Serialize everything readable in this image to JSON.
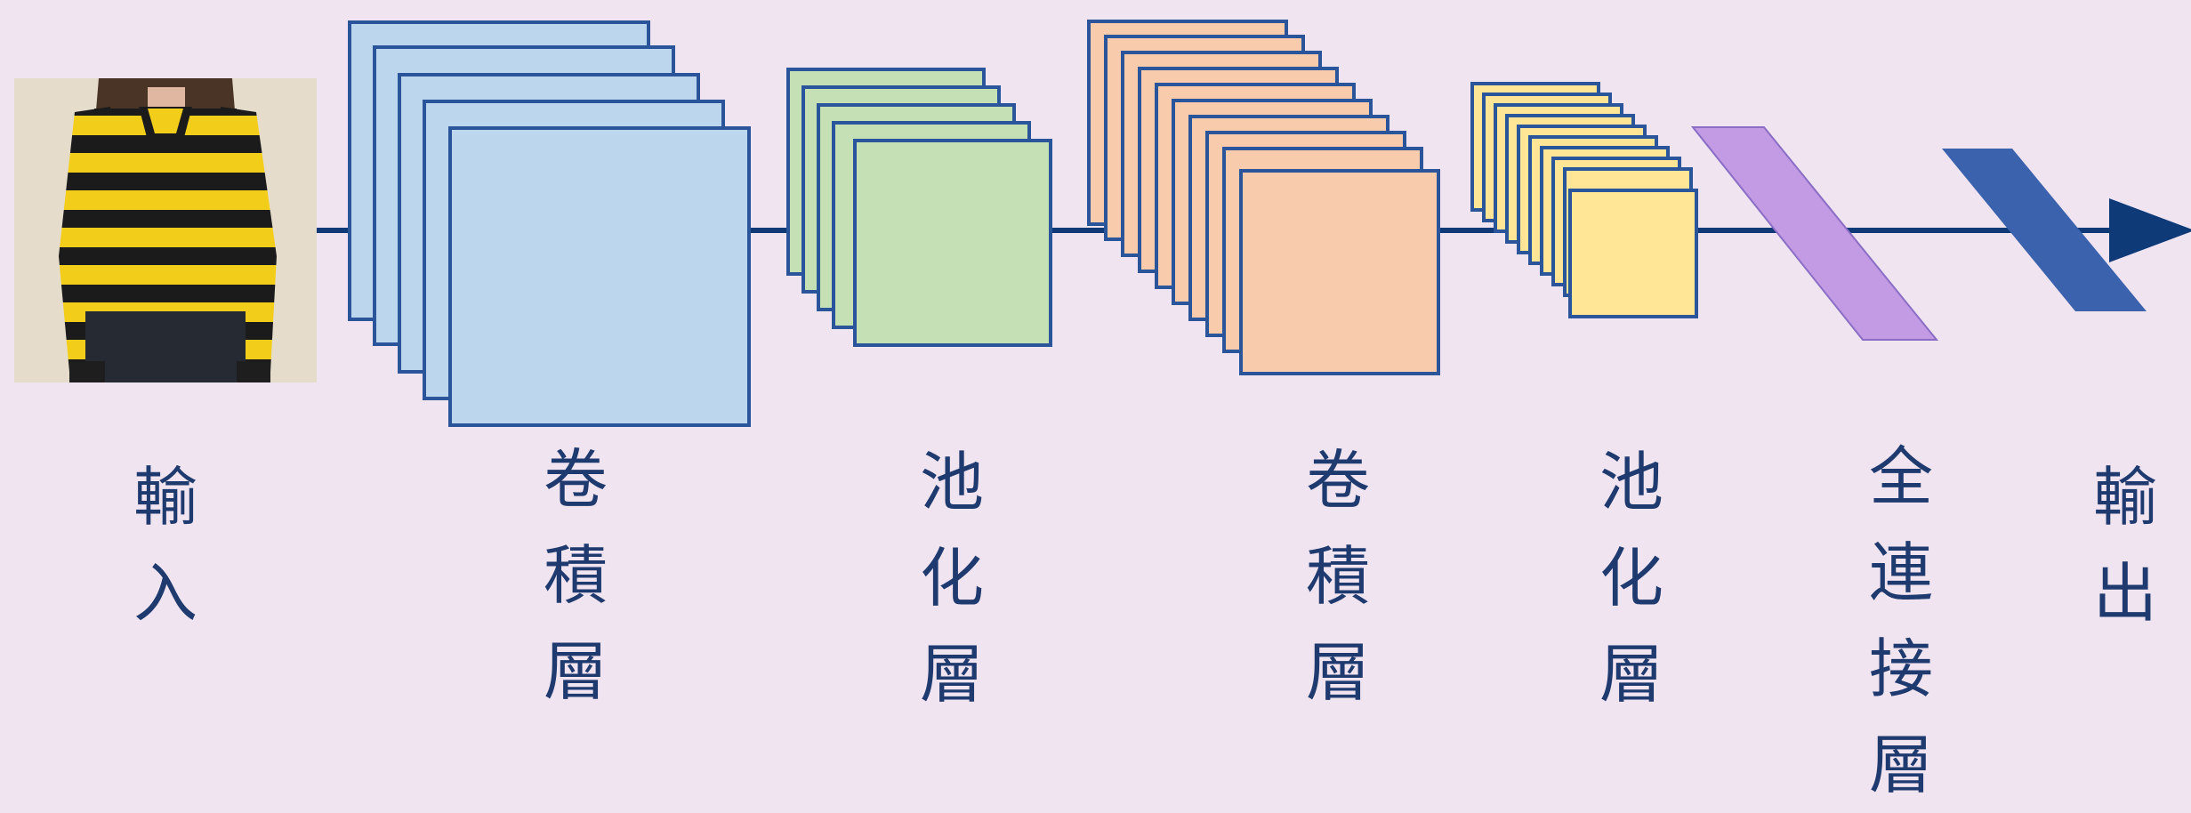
{
  "colors": {
    "background": "#f0e4f1",
    "line": "#0f3a78",
    "frame_stroke": "#2b559a",
    "conv1_fill": "#bcd6ee",
    "pool1_fill": "#c6e0b5",
    "conv2_fill": "#f8cbad",
    "pool2_fill": "#ffe595",
    "fc_fill": "#c39be5",
    "output_fill": "#3b62ad",
    "label_color": "#1f3a6e"
  },
  "photo": {
    "depicts": "person wearing a long-sleeve yellow and black striped shirt"
  },
  "layers": [
    {
      "key": "input",
      "label": "輸入"
    },
    {
      "key": "conv1",
      "label": "卷積層"
    },
    {
      "key": "pool1",
      "label": "池化層"
    },
    {
      "key": "conv2",
      "label": "卷積層"
    },
    {
      "key": "pool2",
      "label": "池化層"
    },
    {
      "key": "fc",
      "label": "全連接層"
    },
    {
      "key": "output",
      "label": "輸出"
    }
  ]
}
